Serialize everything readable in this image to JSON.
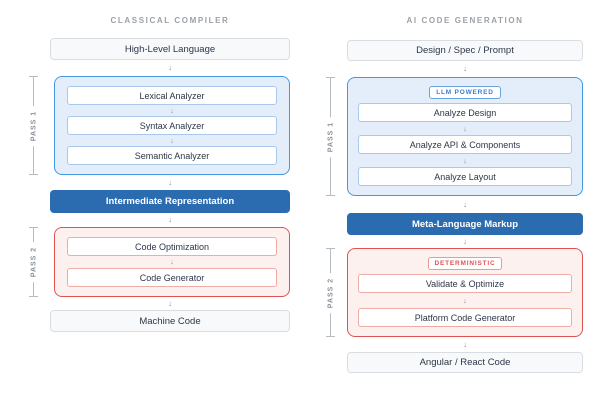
{
  "icons": {
    "down_arrow": "↓"
  },
  "colors": {
    "accent_blue": "#2b6cb0",
    "container_blue_border": "#4299e1",
    "container_blue_bg": "#e4eefa",
    "container_red_border": "#e05252",
    "container_red_bg": "#fdf1f0",
    "plain_box_bg": "#f8f9fb",
    "text_dark": "#2d3748",
    "text_muted": "#9ba1a9"
  },
  "left": {
    "header": "CLASSICAL COMPILER",
    "input": "High-Level Language",
    "pass1": {
      "label": "PASS 1",
      "steps": [
        "Lexical Analyzer",
        "Syntax Analyzer",
        "Semantic Analyzer"
      ]
    },
    "ir": "Intermediate Representation",
    "pass2": {
      "label": "PASS 2",
      "steps": [
        "Code Optimization",
        "Code Generator"
      ]
    },
    "output": "Machine Code"
  },
  "right": {
    "header": "AI CODE GENERATION",
    "input": "Design / Spec / Prompt",
    "pass1": {
      "label": "PASS 1",
      "badge": "LLM POWERED",
      "steps": [
        "Analyze Design",
        "Analyze API & Components",
        "Analyze Layout"
      ]
    },
    "ir": "Meta-Language Markup",
    "pass2": {
      "label": "PASS 2",
      "badge": "DETERMINISTIC",
      "steps": [
        "Validate & Optimize",
        "Platform Code Generator"
      ]
    },
    "output": "Angular / React Code"
  }
}
